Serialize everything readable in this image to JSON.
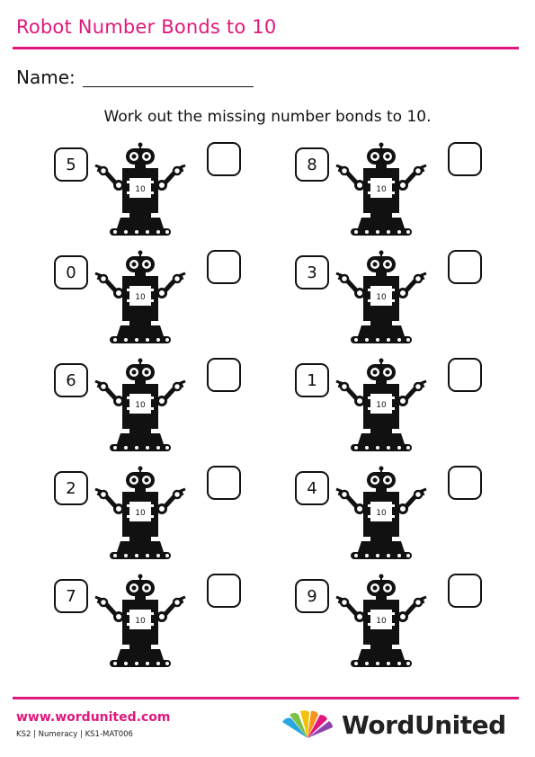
{
  "header": {
    "title": "Robot Number Bonds to 10",
    "name_label": "Name:"
  },
  "instructions": "Work out the missing number bonds to 10.",
  "robot_label": "10",
  "items": [
    {
      "given": "5"
    },
    {
      "given": "8"
    },
    {
      "given": "0"
    },
    {
      "given": "3"
    },
    {
      "given": "6"
    },
    {
      "given": "1"
    },
    {
      "given": "2"
    },
    {
      "given": "4"
    },
    {
      "given": "7"
    },
    {
      "given": "9"
    }
  ],
  "footer": {
    "url": "www.wordunited.com",
    "code": "KS2 | Numeracy | KS1-MAT006",
    "brand": "WordUnited"
  },
  "colors": {
    "accent": "#e0187c",
    "ink": "#111111"
  }
}
